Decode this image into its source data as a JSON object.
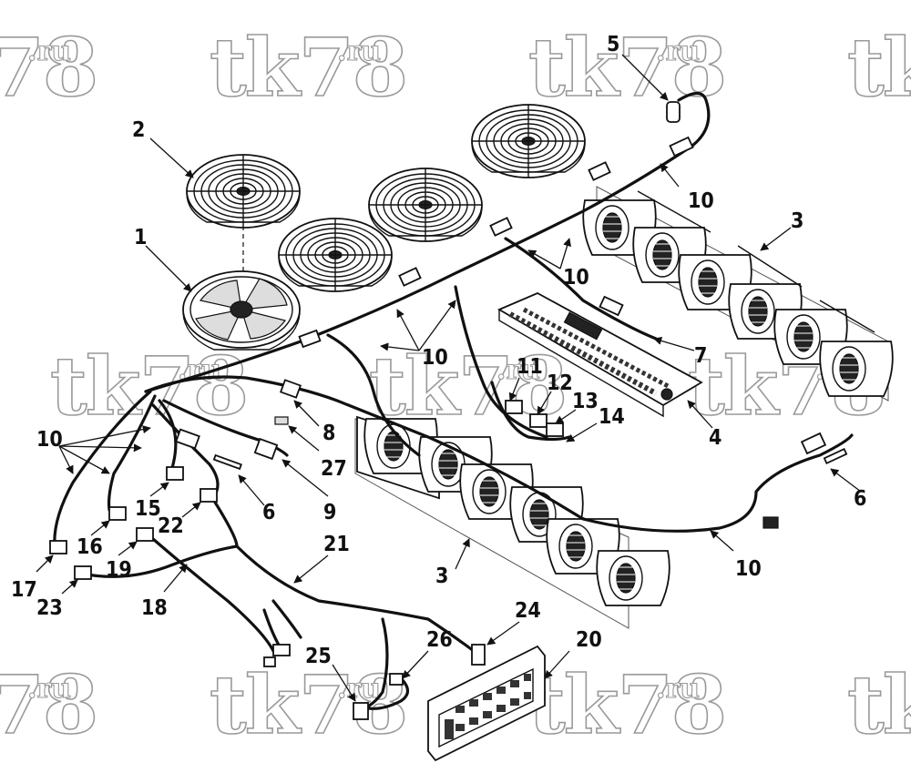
{
  "watermark": {
    "main": "tk78",
    "suffix": ".ru"
  },
  "callouts": [
    {
      "id": "c1",
      "text": "1"
    },
    {
      "id": "c2",
      "text": "2"
    },
    {
      "id": "c3a",
      "text": "3"
    },
    {
      "id": "c3b",
      "text": "3"
    },
    {
      "id": "c4",
      "text": "4"
    },
    {
      "id": "c5",
      "text": "5"
    },
    {
      "id": "c6a",
      "text": "6"
    },
    {
      "id": "c6b",
      "text": "6"
    },
    {
      "id": "c7",
      "text": "7"
    },
    {
      "id": "c8",
      "text": "8"
    },
    {
      "id": "c9",
      "text": "9"
    },
    {
      "id": "c10a",
      "text": "10"
    },
    {
      "id": "c10b",
      "text": "10"
    },
    {
      "id": "c10c",
      "text": "10"
    },
    {
      "id": "c10d",
      "text": "10"
    },
    {
      "id": "c10e",
      "text": "10"
    },
    {
      "id": "c11",
      "text": "11"
    },
    {
      "id": "c12",
      "text": "12"
    },
    {
      "id": "c13",
      "text": "13"
    },
    {
      "id": "c14",
      "text": "14"
    },
    {
      "id": "c15",
      "text": "15"
    },
    {
      "id": "c16",
      "text": "16"
    },
    {
      "id": "c17",
      "text": "17"
    },
    {
      "id": "c18",
      "text": "18"
    },
    {
      "id": "c19",
      "text": "19"
    },
    {
      "id": "c20",
      "text": "20"
    },
    {
      "id": "c21",
      "text": "21"
    },
    {
      "id": "c22",
      "text": "22"
    },
    {
      "id": "c23",
      "text": "23"
    },
    {
      "id": "c24",
      "text": "24"
    },
    {
      "id": "c25",
      "text": "25"
    },
    {
      "id": "c26",
      "text": "26"
    },
    {
      "id": "c27",
      "text": "27"
    }
  ]
}
